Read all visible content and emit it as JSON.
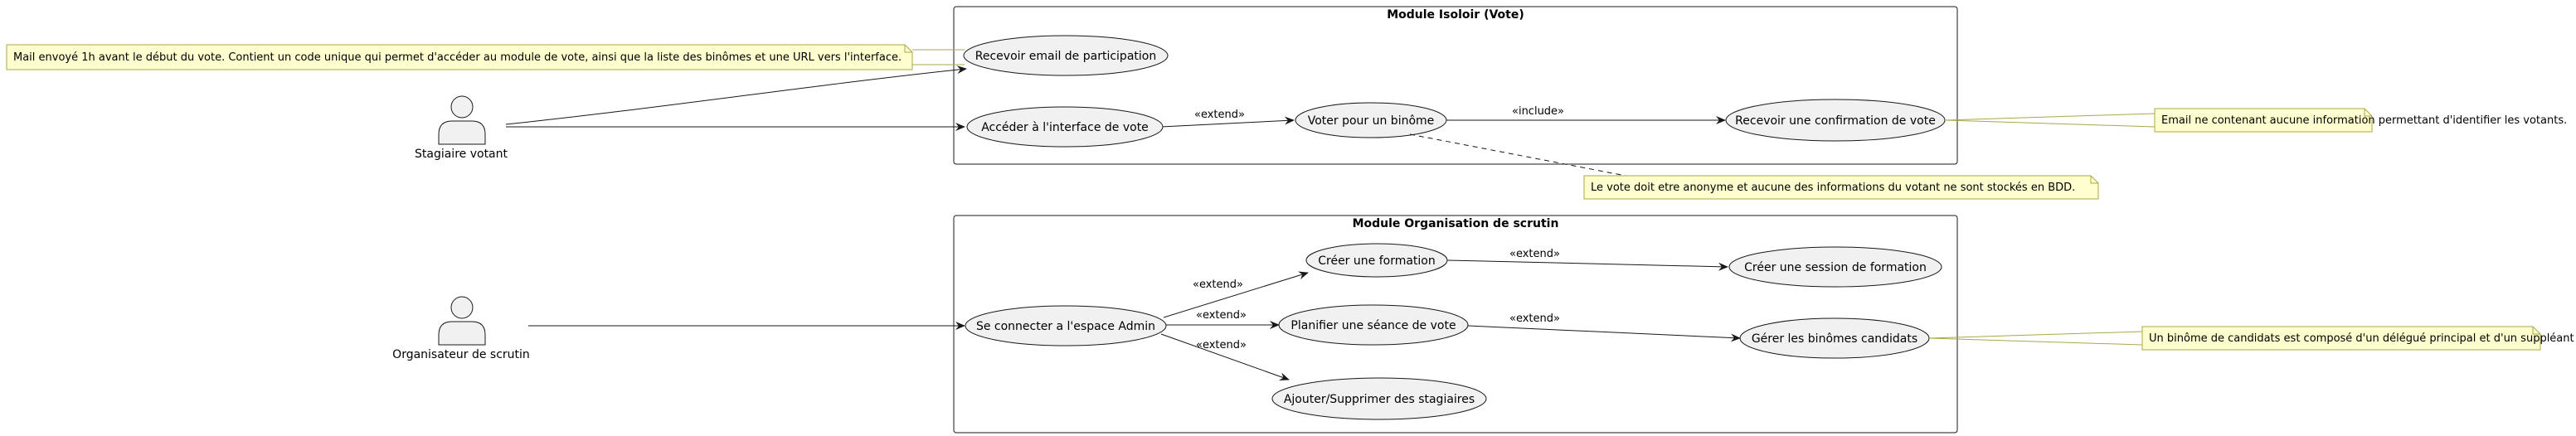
{
  "diagram": {
    "packages": {
      "isoloir": {
        "title": "Module Isoloir (Vote)"
      },
      "organisation": {
        "title": "Module Organisation de scrutin"
      }
    },
    "actors": {
      "stagiaire": {
        "label": "Stagiaire votant"
      },
      "organisateur": {
        "label": "Organisateur de scrutin"
      }
    },
    "usecases": {
      "recevoir_email": "Recevoir email de participation",
      "acceder_interface": "Accéder à l'interface de vote",
      "voter_binome": "Voter pour un binôme",
      "recevoir_confirmation": "Recevoir une confirmation de vote",
      "connecter_admin": "Se connecter a l'espace Admin",
      "creer_formation": "Créer une formation",
      "creer_session": "Créer une session de formation",
      "planifier_seance": "Planifier une séance de vote",
      "gerer_binomes": "Gérer les binômes candidats",
      "ajouter_stagiaires": "Ajouter/Supprimer des stagiaires"
    },
    "relations": {
      "extend": "«extend»",
      "include": "«include»"
    },
    "notes": {
      "mail": "Mail envoyé 1h avant le début du vote. Contient un code unique qui permet d'accéder au module de vote, ainsi que la liste des binômes et une URL vers l'interface.",
      "confirmation": "Email ne contenant aucune information permettant d'identifier les votants.",
      "anonymat": "Le vote doit etre anonyme et aucune des informations du votant ne sont stockés en BDD.",
      "binome": "Un binôme de candidats est composé d'un délégué principal et d'un suppléant"
    },
    "colors": {
      "usecase_fill": "#f1f1f1",
      "note_fill": "#fefece",
      "note_stroke": "#a8a84a",
      "line": "#181818"
    }
  }
}
